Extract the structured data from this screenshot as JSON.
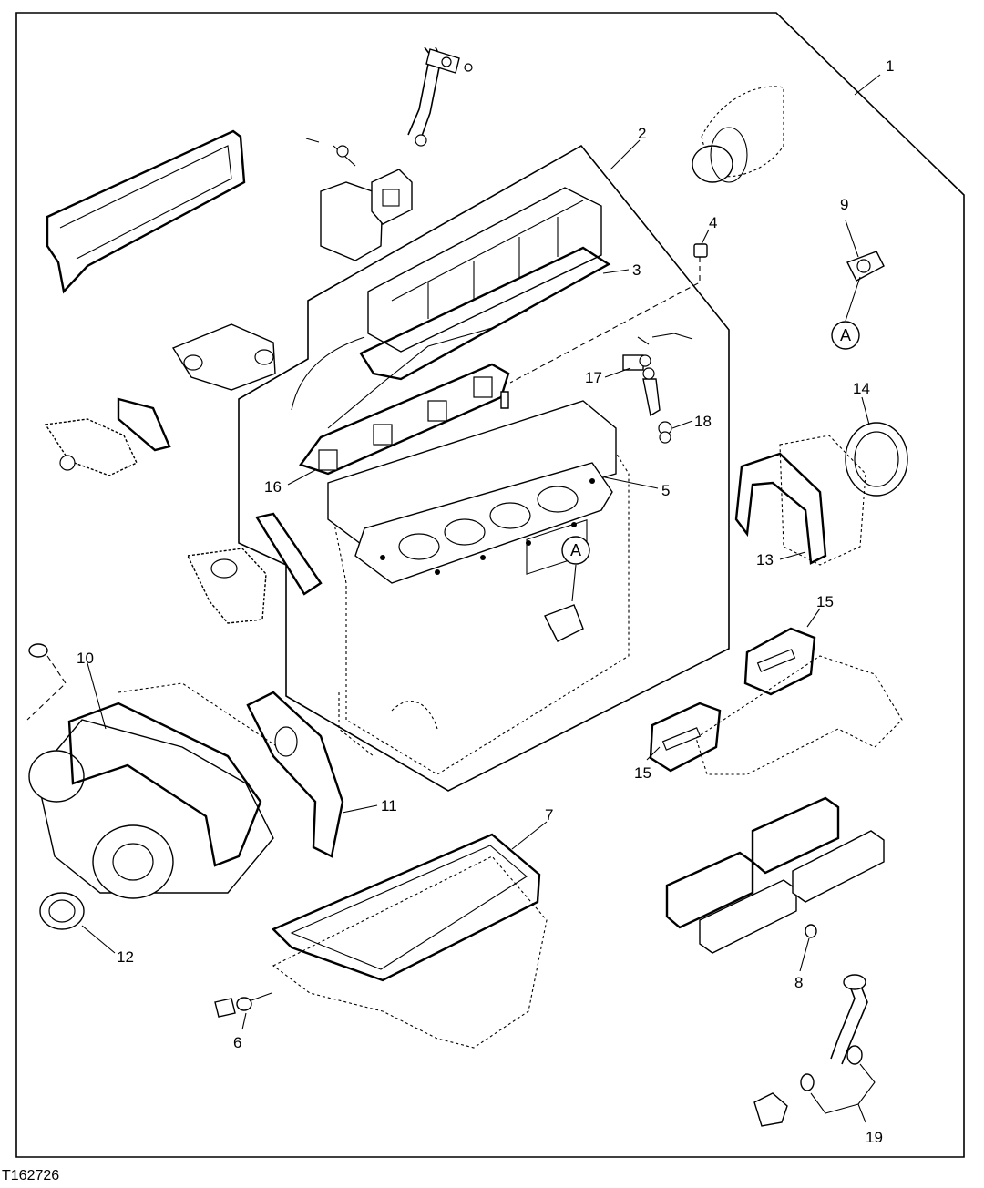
{
  "figure_id": "T162726",
  "callouts": {
    "c1": "1",
    "c2": "2",
    "c3": "3",
    "c4": "4",
    "c5": "5",
    "c6": "6",
    "c7": "7",
    "c8": "8",
    "c9": "9",
    "c10": "10",
    "c11": "11",
    "c12": "12",
    "c13": "13",
    "c14": "14",
    "c15a": "15",
    "c15b": "15",
    "c16": "16",
    "c17": "17",
    "c18": "18",
    "c19": "19"
  },
  "references": {
    "a1": "A",
    "a2": "A"
  }
}
